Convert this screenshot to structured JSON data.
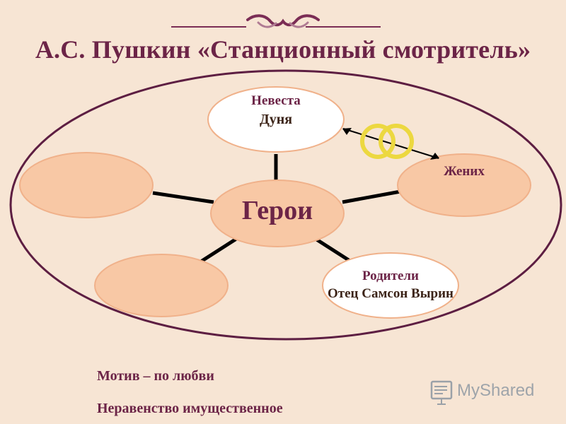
{
  "title": "А.С. Пушкин «Станционный смотритель»",
  "diagram": {
    "center": "Герои",
    "nodes": [
      {
        "key": "bride",
        "title": "Невеста",
        "subtitle": "Дуня"
      },
      {
        "key": "groom",
        "title": "Жених",
        "subtitle": ""
      },
      {
        "key": "parents",
        "title": "Родители",
        "subtitle": "Отец Самсон Вырин"
      },
      {
        "key": "empty_bottom_left",
        "title": "",
        "subtitle": ""
      },
      {
        "key": "empty_left",
        "title": "",
        "subtitle": ""
      }
    ],
    "ring_color": "#ecd840"
  },
  "footer": {
    "motive": "Мотив – по любви",
    "inequality": "Неравенство имущественное"
  },
  "watermark": {
    "text": "MyShared"
  },
  "colors": {
    "background": "#f7e5d4",
    "title": "#6c2447",
    "outer_ellipse": "#5d1e42",
    "node_fill": "#f8c8a5",
    "node_stroke": "#f0b18a",
    "white_fill": "#ffffff",
    "line": "#000000"
  }
}
